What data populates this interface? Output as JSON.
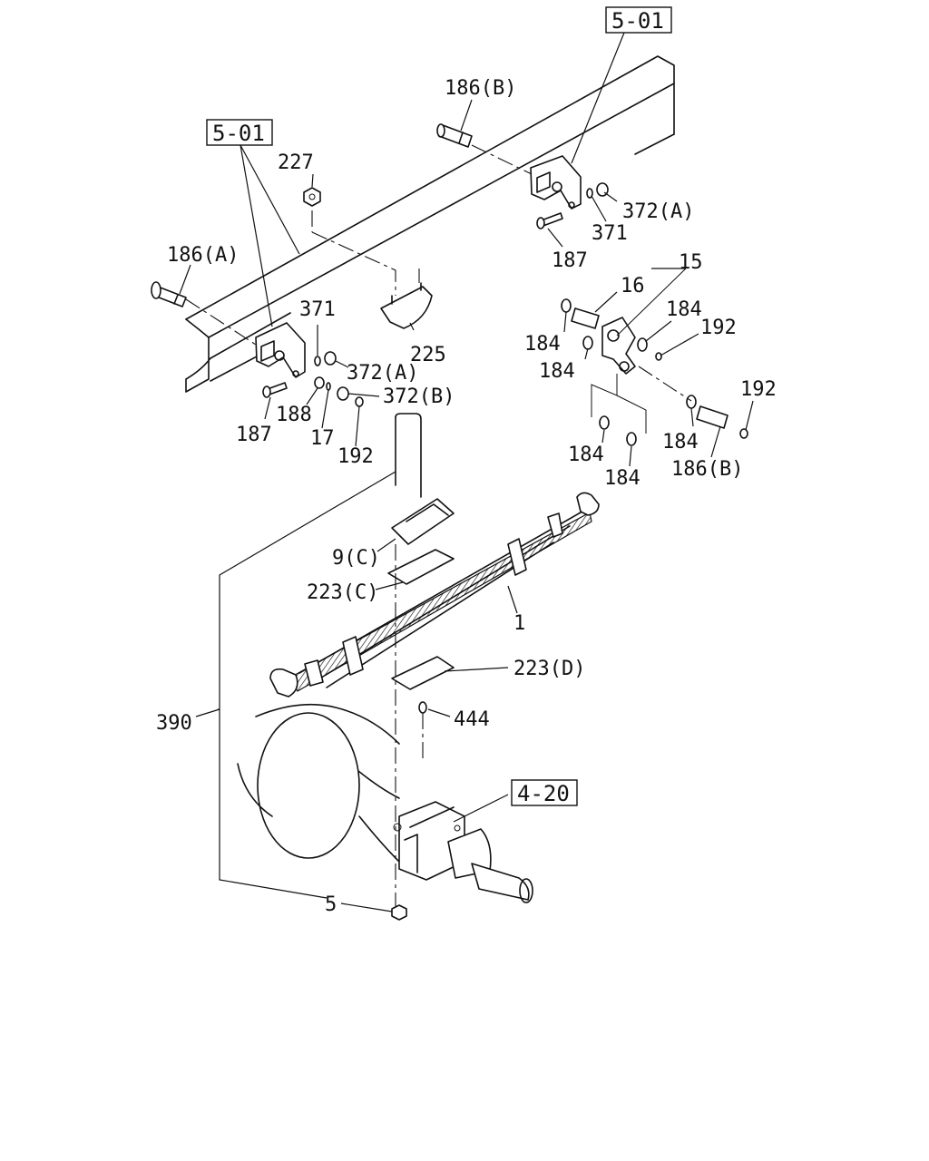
{
  "diagram": {
    "references": [
      {
        "id": "ref-5-01-top",
        "text": "5-01"
      },
      {
        "id": "ref-5-01-left",
        "text": "5-01"
      },
      {
        "id": "ref-4-20",
        "text": "4-20"
      }
    ],
    "callouts": [
      {
        "id": "c186b-top",
        "text": "186(B)"
      },
      {
        "id": "c227",
        "text": "227"
      },
      {
        "id": "c372a-top",
        "text": "372(A)"
      },
      {
        "id": "c371-top",
        "text": "371"
      },
      {
        "id": "c187-top",
        "text": "187"
      },
      {
        "id": "c186a",
        "text": "186(A)"
      },
      {
        "id": "c15",
        "text": "15"
      },
      {
        "id": "c16",
        "text": "16"
      },
      {
        "id": "c184-a",
        "text": "184"
      },
      {
        "id": "c192-a",
        "text": "192"
      },
      {
        "id": "c184-b",
        "text": "184"
      },
      {
        "id": "c184-c",
        "text": "184"
      },
      {
        "id": "c371-left",
        "text": "371"
      },
      {
        "id": "c225",
        "text": "225"
      },
      {
        "id": "c372a-left",
        "text": "372(A)"
      },
      {
        "id": "c372b",
        "text": "372(B)"
      },
      {
        "id": "c187-left",
        "text": "187"
      },
      {
        "id": "c188",
        "text": "188"
      },
      {
        "id": "c17",
        "text": "17"
      },
      {
        "id": "c192-b",
        "text": "192"
      },
      {
        "id": "c192-c",
        "text": "192"
      },
      {
        "id": "c184-d",
        "text": "184"
      },
      {
        "id": "c184-e",
        "text": "184"
      },
      {
        "id": "c184-f",
        "text": "184"
      },
      {
        "id": "c186b-right",
        "text": "186(B)"
      },
      {
        "id": "c9c",
        "text": "9(C)"
      },
      {
        "id": "c223c",
        "text": "223(C)"
      },
      {
        "id": "c1",
        "text": "1"
      },
      {
        "id": "c223d",
        "text": "223(D)"
      },
      {
        "id": "c444",
        "text": "444"
      },
      {
        "id": "c390",
        "text": "390"
      },
      {
        "id": "c5",
        "text": "5"
      }
    ]
  }
}
